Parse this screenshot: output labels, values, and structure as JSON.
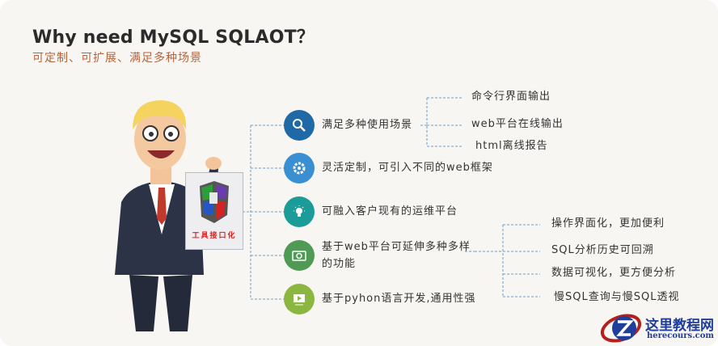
{
  "title": "Why need MySQL SQLAOT？",
  "subtitle": "可定制、可扩展、满足多种场景",
  "tool_box_label": "工具接口化",
  "features": [
    {
      "label": "满足多种使用场景",
      "icon": "search-icon",
      "color": "#1f6aa6"
    },
    {
      "label": "灵活定制，可引入不同的web框架",
      "icon": "gear-icon",
      "color": "#3a8fd2"
    },
    {
      "label": "可融入客户现有的运维平台",
      "icon": "lightbulb-icon",
      "color": "#1b9c98"
    },
    {
      "label_line1": "基于web平台可延伸多种多样",
      "label_line2": "的功能",
      "icon": "camera-icon",
      "color": "#4f9a55"
    },
    {
      "label": "基于pyhon语言开发,通用性强",
      "icon": "video-icon",
      "color": "#8bb63f"
    }
  ],
  "scenarios": [
    "命令行界面输出",
    "web平台在线输出",
    "html离线报告"
  ],
  "web_features": [
    "操作界面化，更加便利",
    "SQL分析历史可回溯",
    "数据可视化，更方便分析",
    "慢SQL查询与慢SQL透视"
  ],
  "watermark": {
    "name": "这里教程网",
    "domain": "herecours.com"
  }
}
